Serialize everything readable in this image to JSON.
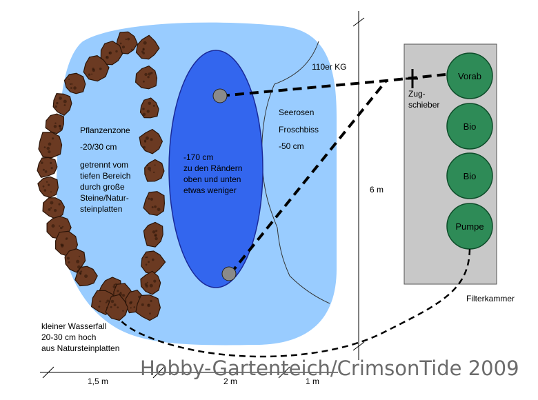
{
  "labels": {
    "plant_zone": {
      "title": "Pflanzenzone",
      "depth": "-20/30 cm",
      "note": [
        "getrennt vom",
        "tiefen Bereich",
        "durch große",
        "Steine/Natur-",
        "steinplatten"
      ]
    },
    "deep_zone": [
      "-170 cm",
      "zu den Rändern",
      "oben und unten",
      "etwas weniger"
    ],
    "lily_zone": {
      "line1": "Seerosen",
      "line2": "Froschbiss",
      "depth": "-50 cm"
    },
    "pipe": "110er KG",
    "slide_valve": [
      "Zug-",
      "schieber"
    ],
    "filter_chamber": "Filterkammer",
    "waterfall": [
      "kleiner Wasserfall",
      "20-30 cm hoch",
      "aus Natursteinplatten"
    ],
    "dimension_height": "6 m",
    "dimension_widths": [
      "1,5 m",
      "2 m",
      "1 m"
    ]
  },
  "filter_chambers": [
    "Vorab",
    "Bio",
    "Bio",
    "Pumpe"
  ],
  "watermark": "Hobby-Gartenteich/CrimsonTide 2009",
  "colors": {
    "pond_light": "#99ccff",
    "pond_deep": "#3366ee",
    "deep_stroke": "#1a2a99",
    "chamber_fill": "#2e8b57",
    "chamber_stroke": "#0e4d2a",
    "filter_box": "#c8c8c8",
    "stone_fill": "#6b3a22",
    "stone_dark": "#2a1408"
  }
}
